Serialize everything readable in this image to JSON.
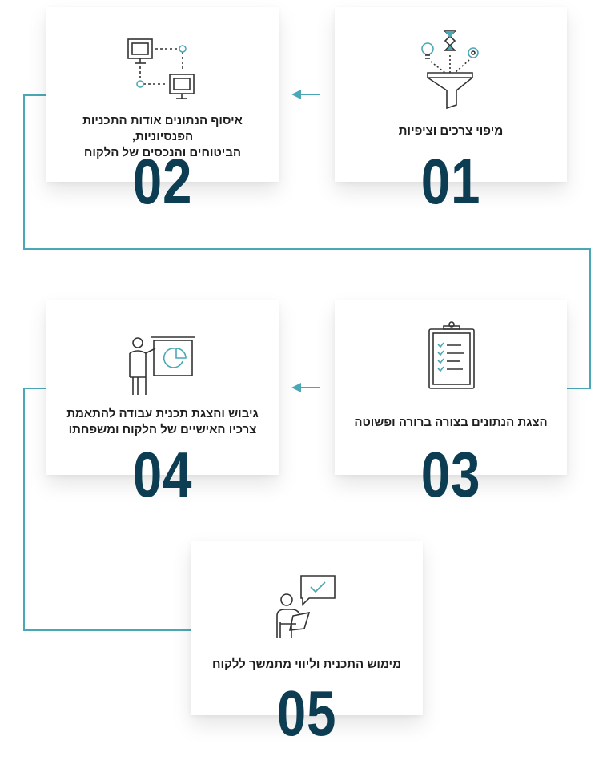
{
  "steps": [
    {
      "number": "01",
      "title": "מיפוי צרכים וציפיות",
      "icon": "funnel-icon"
    },
    {
      "number": "02",
      "title_line1": "איסוף הנתונים אודות התכניות הפנסיוניות,",
      "title_line2": "הביטוחים והנכסים של הלקוח",
      "icon": "network-computers-icon"
    },
    {
      "number": "03",
      "title": "הצגת הנתונים בצורה ברורה ופשוטה",
      "icon": "clipboard-checklist-icon"
    },
    {
      "number": "04",
      "title_line1": "גיבוש והצגת תכנית עבודה להתאמת",
      "title_line2": "צרכיו האישיים של הלקוח ומשפחתו",
      "icon": "presenter-board-icon"
    },
    {
      "number": "05",
      "title": "מימוש התכנית וליווי מתמשך ללקוח",
      "icon": "person-approval-icon"
    }
  ],
  "colors": {
    "accent": "#4aa8b6",
    "number": "#0d3d52",
    "text": "#1e1e1e"
  }
}
